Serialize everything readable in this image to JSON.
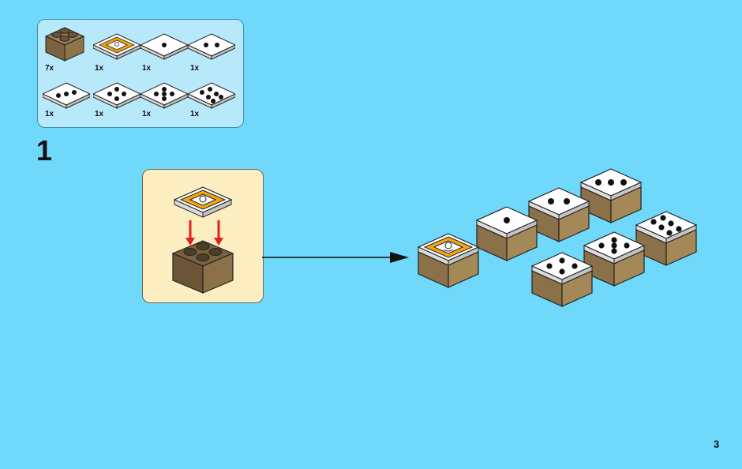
{
  "parts_list": {
    "items": [
      {
        "name": "brown-brick-2x2",
        "qty": "7x"
      },
      {
        "name": "tile-printed-portrait",
        "qty": "1x"
      },
      {
        "name": "tile-one-dot",
        "qty": "1x"
      },
      {
        "name": "tile-two-dots",
        "qty": "1x"
      },
      {
        "name": "tile-three-dots",
        "qty": "1x"
      },
      {
        "name": "tile-four-dots",
        "qty": "1x"
      },
      {
        "name": "tile-five-dots",
        "qty": "1x"
      },
      {
        "name": "tile-six-dots",
        "qty": "1x"
      }
    ]
  },
  "step": {
    "number": "1"
  },
  "page": {
    "number": "3"
  },
  "colors": {
    "background": "#6fd8fb",
    "parts_box": "#b7e9fb",
    "sub_box": "#fdeec2",
    "brick_brown": "#8a7149",
    "tile_white": "#ffffff",
    "tile_orange": "#f2a414",
    "arrow_red": "#e3201b"
  }
}
